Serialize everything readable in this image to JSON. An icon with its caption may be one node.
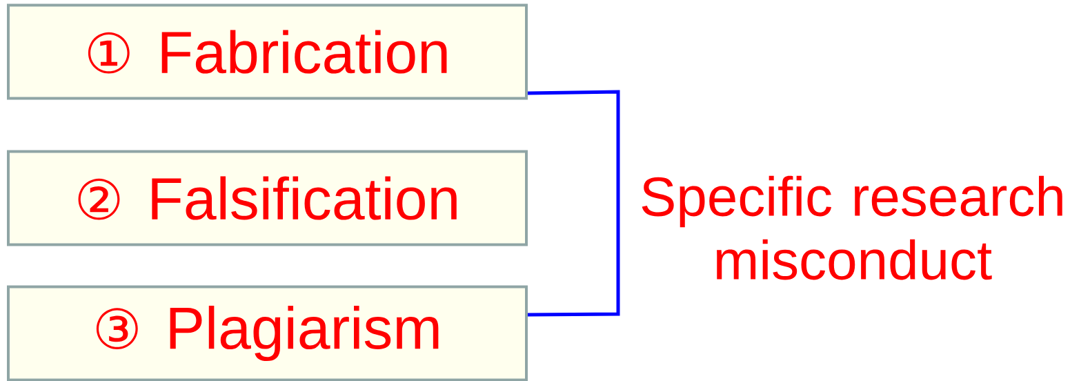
{
  "diagram": {
    "nodes": [
      {
        "text": [
          "①",
          "Fabrication"
        ]
      },
      {
        "text": [
          "②",
          "Falsification"
        ]
      },
      {
        "text": [
          "③",
          "Plagiarism"
        ]
      }
    ],
    "labels": [
      "Specific research misconduct"
    ]
  }
}
